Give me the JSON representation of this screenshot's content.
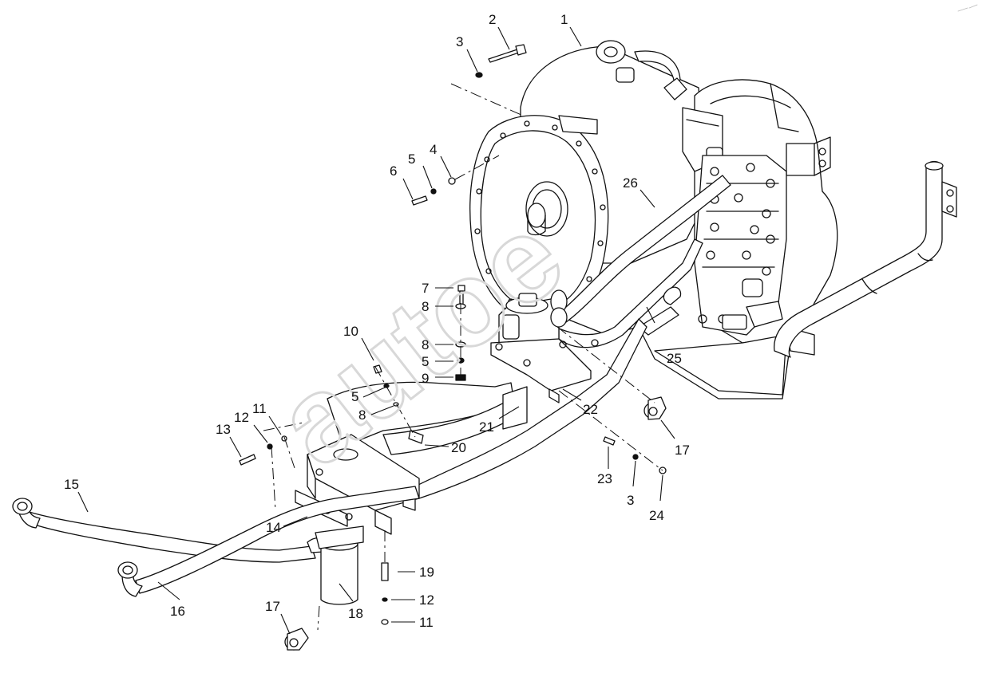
{
  "callouts": [
    {
      "id": "c1",
      "text": "1"
    },
    {
      "id": "c2",
      "text": "2"
    },
    {
      "id": "c3a",
      "text": "3"
    },
    {
      "id": "c4",
      "text": "4"
    },
    {
      "id": "c5a",
      "text": "5"
    },
    {
      "id": "c6",
      "text": "6"
    },
    {
      "id": "c7",
      "text": "7"
    },
    {
      "id": "c8a",
      "text": "8"
    },
    {
      "id": "c8b",
      "text": "8"
    },
    {
      "id": "c5b",
      "text": "5"
    },
    {
      "id": "c9",
      "text": "9"
    },
    {
      "id": "c10",
      "text": "10"
    },
    {
      "id": "c5c",
      "text": "5"
    },
    {
      "id": "c8c",
      "text": "8"
    },
    {
      "id": "c11a",
      "text": "11"
    },
    {
      "id": "c12a",
      "text": "12"
    },
    {
      "id": "c13",
      "text": "13"
    },
    {
      "id": "c15",
      "text": "15"
    },
    {
      "id": "c14",
      "text": "14"
    },
    {
      "id": "c16",
      "text": "16"
    },
    {
      "id": "c17a",
      "text": "17"
    },
    {
      "id": "c18",
      "text": "18"
    },
    {
      "id": "c19",
      "text": "19"
    },
    {
      "id": "c12b",
      "text": "12"
    },
    {
      "id": "c11b",
      "text": "11"
    },
    {
      "id": "c20",
      "text": "20"
    },
    {
      "id": "c21",
      "text": "21"
    },
    {
      "id": "c22",
      "text": "22"
    },
    {
      "id": "c23",
      "text": "23"
    },
    {
      "id": "c3b",
      "text": "3"
    },
    {
      "id": "c24",
      "text": "24"
    },
    {
      "id": "c17b",
      "text": "17"
    },
    {
      "id": "c25",
      "text": "25"
    },
    {
      "id": "c26",
      "text": "26"
    }
  ],
  "watermark": {
    "text": "autoe"
  },
  "colors": {
    "line": "#111111",
    "background": "#ffffff",
    "watermark": "#d8d8d8"
  }
}
